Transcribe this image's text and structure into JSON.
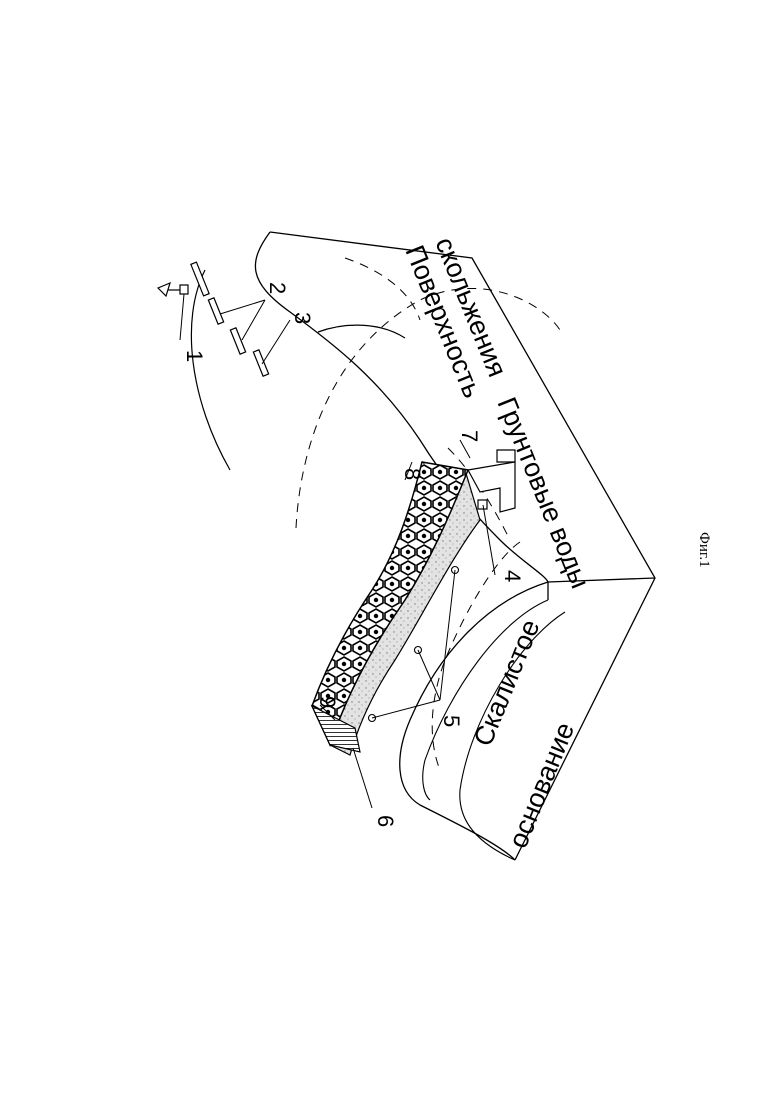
{
  "figure": {
    "caption": "Фиг.1",
    "region_labels": {
      "slip_surface": [
        "Поверхность",
        "скольжения"
      ],
      "groundwater": "Грунтовые воды",
      "bedrock": [
        "Скалистое",
        "основание"
      ]
    },
    "callouts": [
      "1",
      "2",
      "3",
      "4",
      "5",
      "6",
      "7",
      "8",
      "9"
    ]
  },
  "colors": {
    "ink": "#000000",
    "paper": "#ffffff",
    "fill_gray": "#d9d9d9"
  }
}
